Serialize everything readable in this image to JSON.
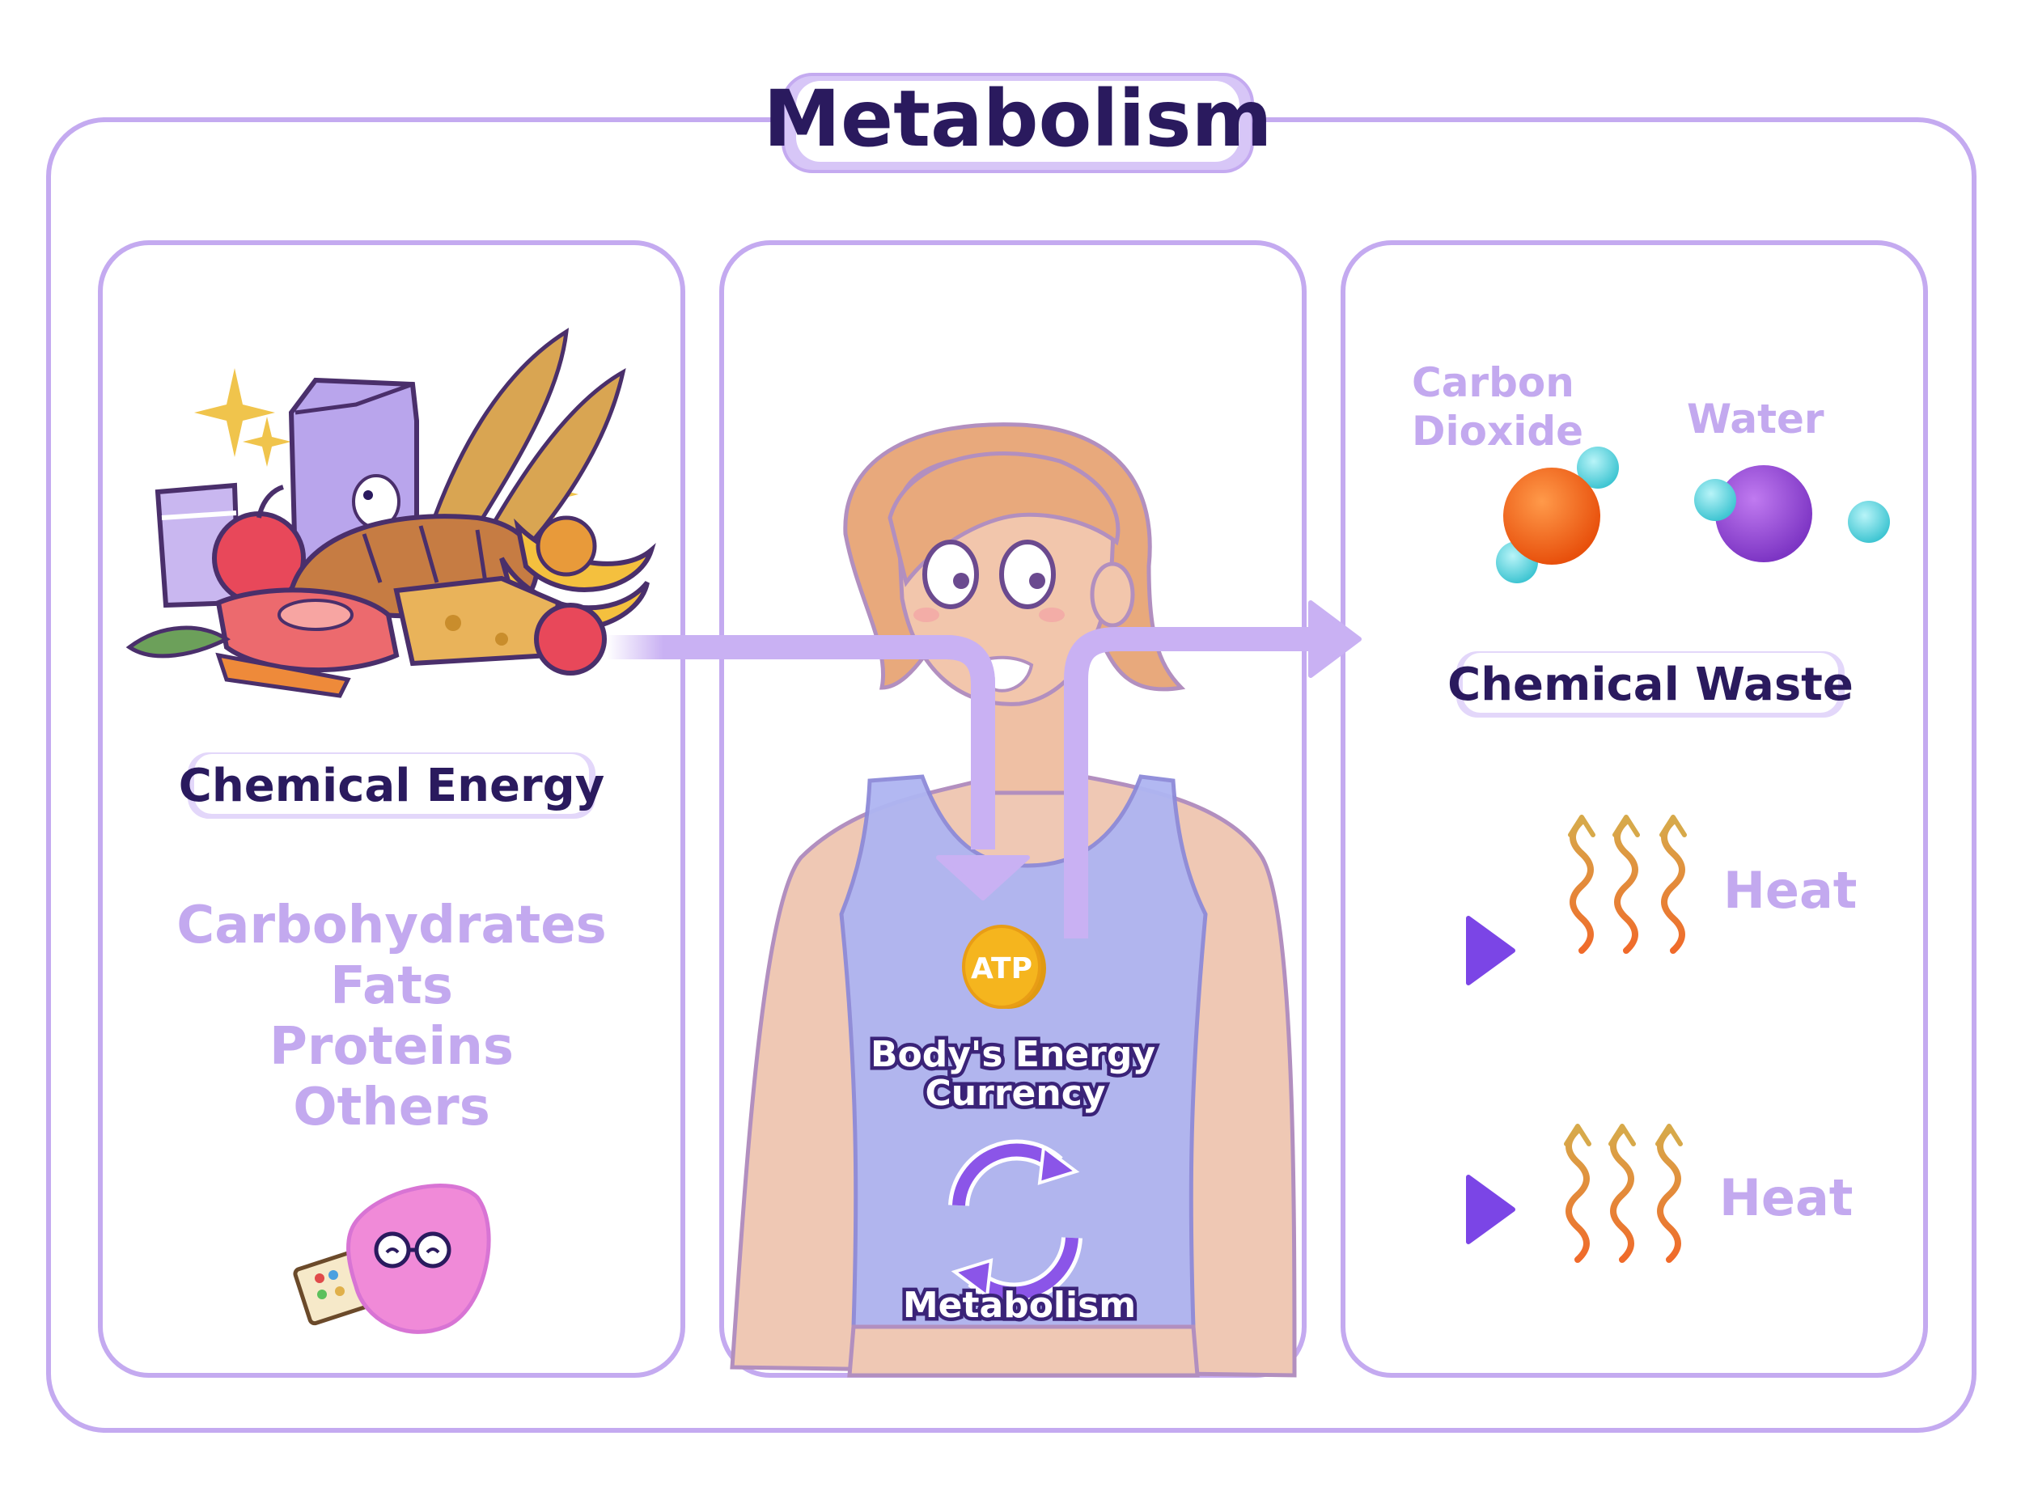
{
  "title": "Metabolism",
  "left_panel": {
    "heading": "Chemical Energy",
    "nutrients": [
      "Carbohydrates",
      "Fats",
      "Proteins",
      "Others"
    ]
  },
  "center_panel": {
    "atp_label": "ATP",
    "energy_currency_line1": "Body's Energy",
    "energy_currency_line2": "Currency",
    "cycle_label": "Metabolism"
  },
  "right_panel": {
    "molecule_co2_line1": "Carbon",
    "molecule_co2_line2": "Dioxide",
    "molecule_water": "Water",
    "heading": "Chemical Waste",
    "heat_1": "Heat",
    "heat_2": "Heat"
  },
  "colors": {
    "frame": "#c4aaf0",
    "title_text": "#2a1a5e",
    "light_purple_text": "#c3a9ef",
    "arrow_light": "#c9b1f3",
    "arrow_dark": "#7b45e6",
    "atp_coin": "#f5b51e",
    "co2_center": "#ff6a1c",
    "water_center": "#9b4fd8",
    "hydrogen": "#5fd6e0"
  },
  "icons": [
    "food-pile-icon",
    "person-icon",
    "atp-coin-icon",
    "cycle-arrows-icon",
    "co2-molecule-icon",
    "water-molecule-icon",
    "heat-waves-icon",
    "brain-mascot-icon",
    "sparkle-icon"
  ]
}
